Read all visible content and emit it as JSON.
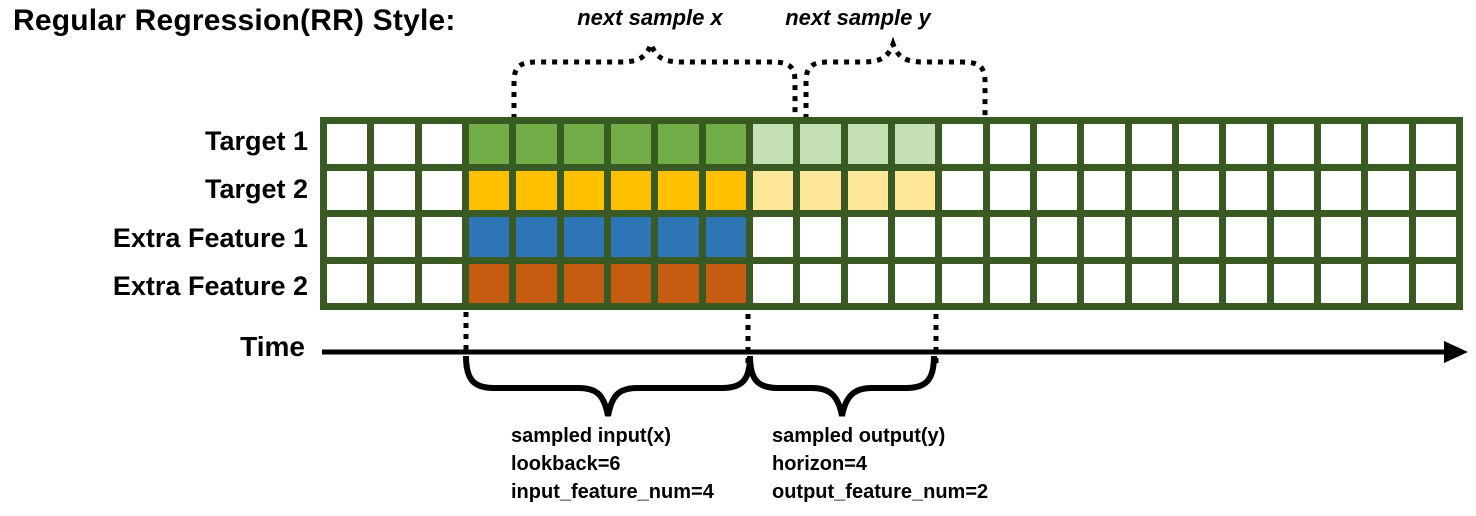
{
  "title": "Regular Regression(RR) Style:",
  "annotations": {
    "next_sample_x": "next sample x",
    "next_sample_y": "next sample y",
    "time_label": "Time",
    "input_block": [
      "sampled input(x)",
      "lookback=6",
      "input_feature_num=4"
    ],
    "output_block": [
      "sampled output(y)",
      "horizon=4",
      "output_feature_num=2"
    ]
  },
  "colors": {
    "grid_border": "#3A5A23",
    "target1_lookback": "#70AD47",
    "target1_horizon": "#C5E0B4",
    "target2_lookback": "#FFC000",
    "target2_horizon": "#FFE699",
    "extra1_lookback": "#2E75B6",
    "extra2_lookback": "#C55A11",
    "empty_cell": "#FFFFFF",
    "ink": "#000000"
  },
  "grid": {
    "total_columns": 24,
    "lead_in_columns": 3,
    "lookback": 6,
    "horizon": 4,
    "rows": [
      {
        "label": "Target 1",
        "role": "target",
        "lookback_color": "#70AD47",
        "horizon_color": "#C5E0B4"
      },
      {
        "label": "Target 2",
        "role": "target",
        "lookback_color": "#FFC000",
        "horizon_color": "#FFE699"
      },
      {
        "label": "Extra Feature 1",
        "role": "extra-feature",
        "lookback_color": "#2E75B6",
        "horizon_color": null
      },
      {
        "label": "Extra Feature 2",
        "role": "extra-feature",
        "lookback_color": "#C55A11",
        "horizon_color": null
      }
    ]
  }
}
